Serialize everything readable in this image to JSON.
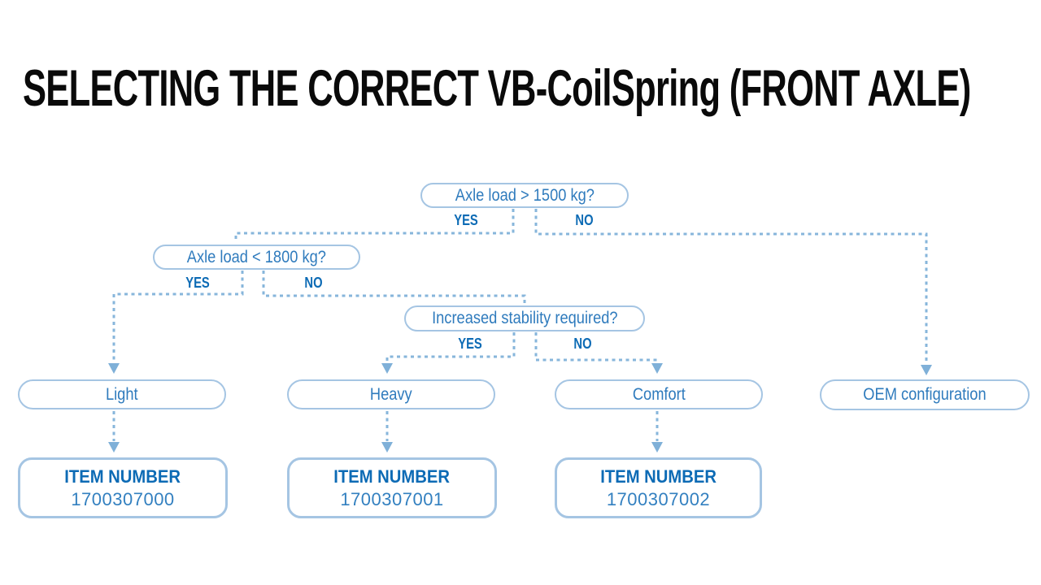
{
  "page": {
    "title": "SELECTING THE CORRECT VB-CoilSpring (FRONT AXLE)"
  },
  "flowchart": {
    "decisions": [
      {
        "question": "Axle load > 1500 kg?",
        "yes": "YES",
        "no": "NO"
      },
      {
        "question": "Axle load < 1800 kg?",
        "yes": "YES",
        "no": "NO"
      },
      {
        "question": "Increased stability required?",
        "yes": "YES",
        "no": "NO"
      }
    ],
    "outcomes": [
      {
        "label": "Light"
      },
      {
        "label": "Heavy"
      },
      {
        "label": "Comfort"
      },
      {
        "label": "OEM configuration"
      }
    ],
    "item_boxes": [
      {
        "heading": "ITEM NUMBER",
        "number": "1700307000"
      },
      {
        "heading": "ITEM NUMBER",
        "number": "1700307001"
      },
      {
        "heading": "ITEM NUMBER",
        "number": "1700307002"
      }
    ]
  },
  "colors": {
    "title_text": "#0a0a0a",
    "node_border": "#a5c5e3",
    "node_text": "#2f7bbd",
    "branch_label_text": "#0d6bb5",
    "item_heading_text": "#0d6bb5",
    "item_number_text": "#3380c0",
    "connector": "#87b6db",
    "arrowhead": "#7fb0d8",
    "background": "#ffffff"
  }
}
